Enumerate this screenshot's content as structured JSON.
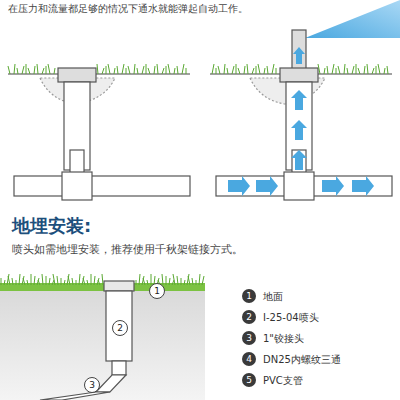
{
  "diagram": {
    "title": "地埋安装:",
    "labels": [
      "在压力和流量都足够的情况下通水就能弹起自动工作。",
      "喷头如需地埋安装，推荐使用千秋架链接方式。",
      "1",
      "2",
      "3",
      "1",
      "地面",
      "2",
      "I-25-04喷头",
      "3",
      "1\"铰接头",
      "4",
      "DN25内螺纹三通",
      "5",
      "PVC支管"
    ]
  }
}
